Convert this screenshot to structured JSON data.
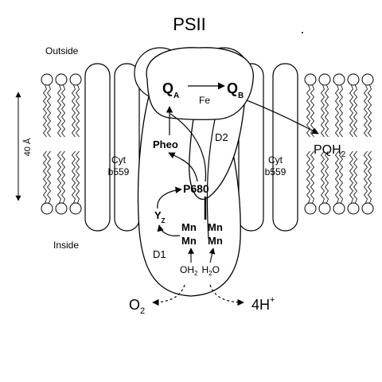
{
  "title": "PSII",
  "labels": {
    "outside": "Outside",
    "inside": "Inside",
    "thickness": "40 Å",
    "cyt_left": {
      "line1": "Cyt",
      "line2": "b559"
    },
    "cyt_right": {
      "line1": "Cyt",
      "line2": "b559"
    },
    "qa": {
      "main": "Q",
      "sub": "A"
    },
    "qb": {
      "main": "Q",
      "sub": "B"
    },
    "fe": "Fe",
    "d2": "D2",
    "d1": "D1",
    "pheo": "Pheo",
    "p680": "P680",
    "yz": {
      "main": "Y",
      "sub": "Z"
    },
    "mn": [
      "Mn",
      "Mn",
      "Mn",
      "Mn"
    ],
    "water": {
      "left_main": "OH",
      "left_sub": "2",
      "right_main": "H",
      "right_sub": "2",
      "right_tail": "O"
    },
    "o2": {
      "main": "O",
      "sub": "2"
    },
    "protons": {
      "main": "4H",
      "sup": "+"
    },
    "pqh2": {
      "main": "PQH",
      "sub": "2"
    }
  }
}
